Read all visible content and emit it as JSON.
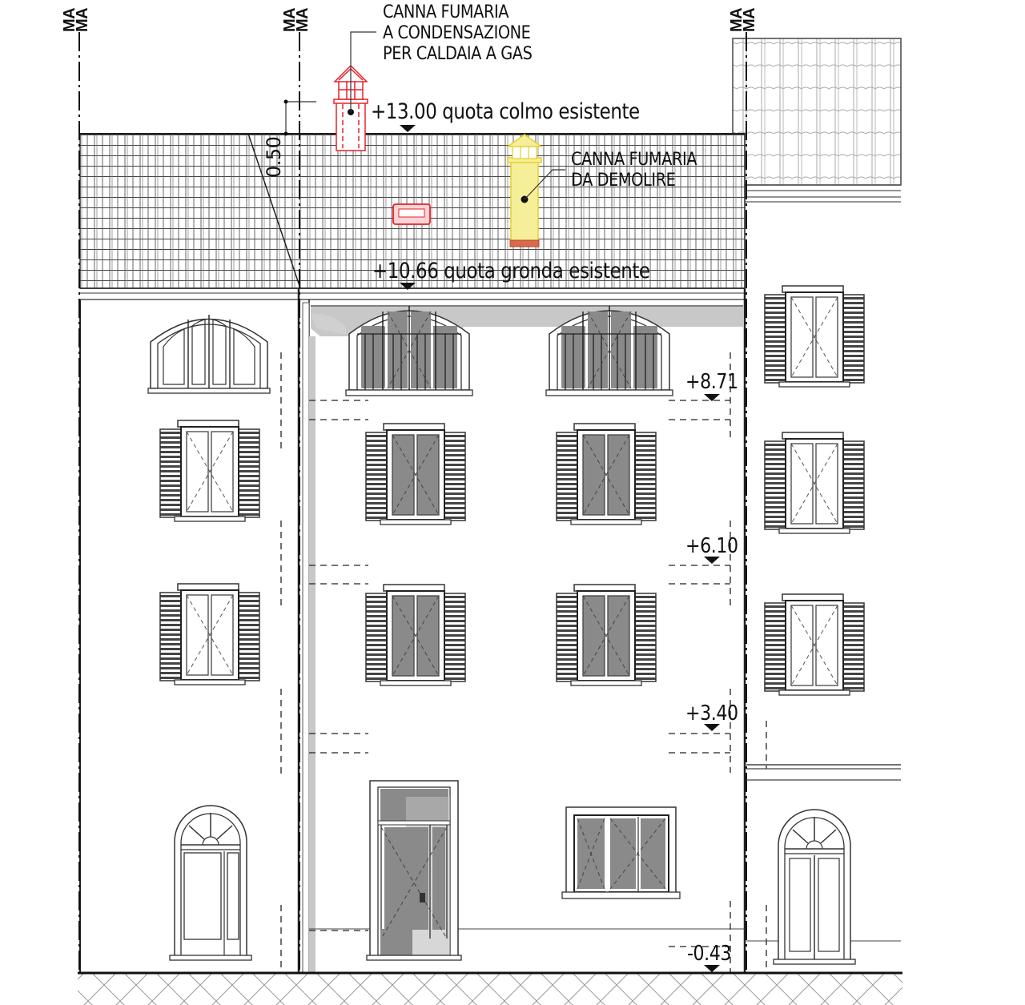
{
  "drawing": {
    "type": "architectural-elevation",
    "title_visible": false,
    "axis_labels": [
      {
        "id": "left",
        "lines": [
          "MA",
          "MA"
        ]
      },
      {
        "id": "center",
        "lines": [
          "MA",
          "MA"
        ]
      },
      {
        "id": "right",
        "lines": [
          "MA",
          "MA"
        ]
      }
    ],
    "notes": {
      "new_flue": {
        "line1": "CANNA FUMARIA",
        "line2": "A CONDENSAZIONE",
        "line3": "PER CALDAIA A GAS",
        "color": "#e8202a"
      },
      "demolish_flue": {
        "line1": "CANNA FUMARIA",
        "line2": "DA DEMOLIRE",
        "color": "#f2e21c"
      }
    },
    "levels": {
      "ridge": "+13.00 quota colmo esistente",
      "eaves": "+10.66 quota gronda esistente",
      "l871": "+8.71",
      "l610": "+6.10",
      "l340": "+3.40",
      "ground": "-0.43"
    },
    "dimension": "0.50",
    "colors": {
      "line": "#111111",
      "tile": "#555555",
      "glass": "#8a8a8a",
      "shadow": "#bdbdbd",
      "new_element": "#e8202a",
      "demolish_element": "#f6ef9a"
    }
  }
}
